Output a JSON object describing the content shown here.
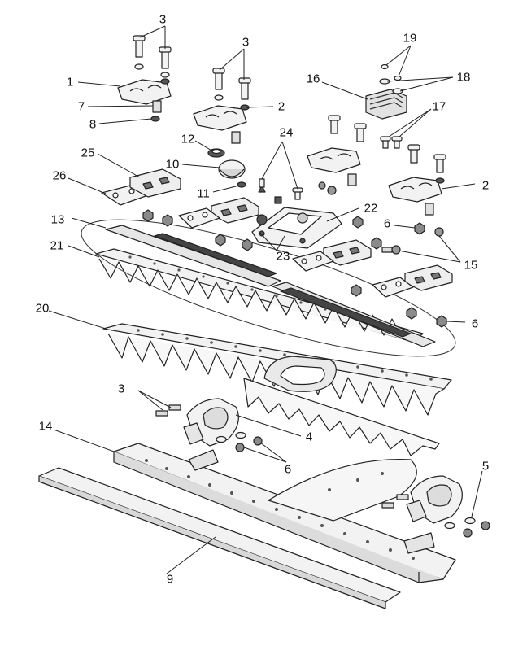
{
  "callouts": {
    "c1": "1",
    "c2a": "2",
    "c2b": "2",
    "c3a": "3",
    "c3b": "3",
    "c3c": "3",
    "c4": "4",
    "c5": "5",
    "c6a": "6",
    "c6b": "6",
    "c6c": "6",
    "c7": "7",
    "c8": "8",
    "c9": "9",
    "c10": "10",
    "c11": "11",
    "c12": "12",
    "c13": "13",
    "c14": "14",
    "c15": "15",
    "c16": "16",
    "c17": "17",
    "c18": "18",
    "c19": "19",
    "c20": "20",
    "c21": "21",
    "c22": "22",
    "c23": "23",
    "c24": "24",
    "c25": "25",
    "c26": "26"
  },
  "colors": {
    "line": "#222222",
    "part_fill": "#f2f2f2",
    "shade": "#c8c8c8",
    "dark": "#555555"
  }
}
